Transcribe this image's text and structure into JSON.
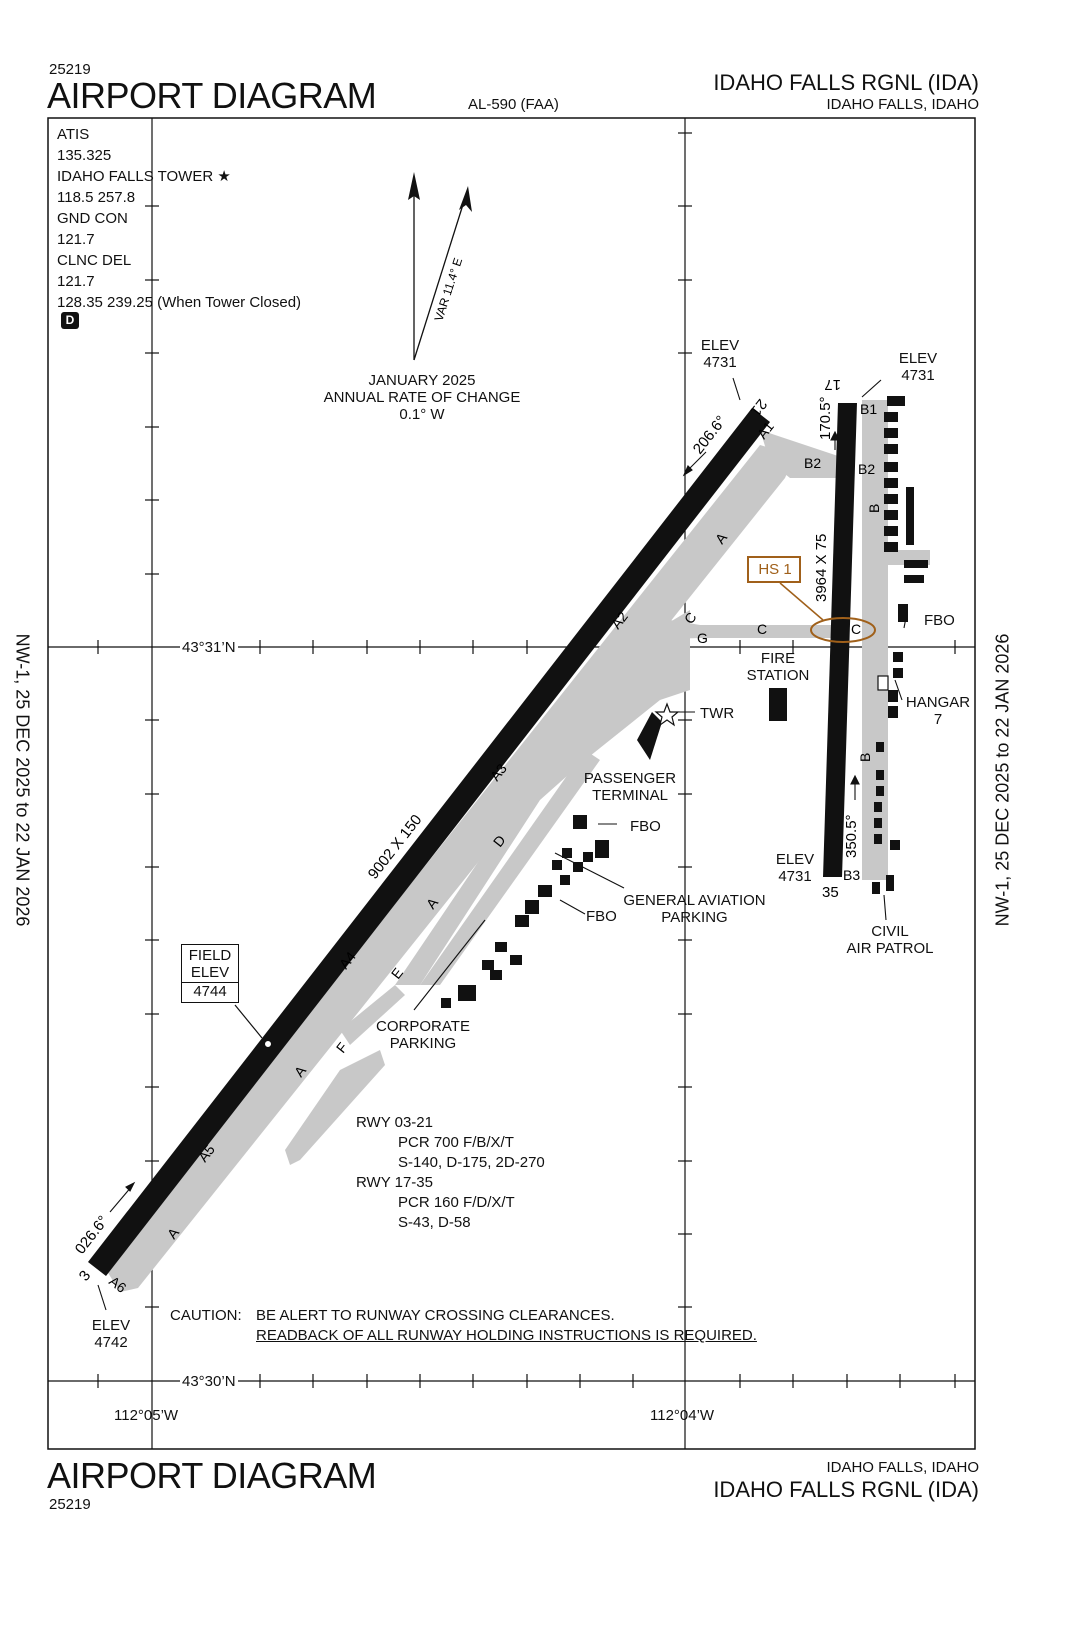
{
  "header": {
    "chart_number_top": "25219",
    "title_top": "AIRPORT DIAGRAM",
    "al_number": "AL-590 (FAA)",
    "airport_name_top": "IDAHO FALLS RGNL (IDA)",
    "location_top": "IDAHO FALLS, IDAHO"
  },
  "footer": {
    "title_bottom": "AIRPORT DIAGRAM",
    "chart_number_bottom": "25219",
    "location_bottom": "IDAHO FALLS, IDAHO",
    "airport_name_bottom": "IDAHO FALLS RGNL (IDA)"
  },
  "side_labels": {
    "left": "NW-1,  25 DEC 2025  to  22 JAN 2026",
    "right": "NW-1,  25 DEC 2025  to  22 JAN 2026"
  },
  "frequencies": [
    "ATIS",
    "135.325",
    "IDAHO FALLS TOWER ★",
    "118.5  257.8",
    "GND CON",
    "121.7",
    "CLNC DEL",
    "121.7",
    "128.35  239.25 (When Tower Closed)"
  ],
  "d_badge": "D",
  "magnetic": {
    "var_label": "VAR 11.4° E",
    "epoch": "JANUARY 2025",
    "rate_label": "ANNUAL RATE OF CHANGE",
    "rate_value": "0.1° W"
  },
  "coordinates": {
    "lat_upper": "43°31’N",
    "lat_lower": "43°30’N",
    "lon_left": "112°05’W",
    "lon_right": "112°04’W"
  },
  "runways": {
    "rwy_03_21": {
      "dimensions": "9002 X 150",
      "end_3": "3",
      "end_21": "21",
      "heading_3": "026.6°",
      "heading_21": "206.6°",
      "elev_3": "ELEV\n4742",
      "elev_21": "ELEV\n4731"
    },
    "rwy_17_35": {
      "dimensions": "3964 X 75",
      "end_17": "17",
      "end_35": "35",
      "heading_17": "170.5°",
      "heading_35": "350.5°",
      "elev_17": "ELEV\n4731",
      "elev_35": "ELEV\n4731"
    }
  },
  "field_elev": {
    "label": "FIELD\nELEV",
    "value": "4744"
  },
  "hot_spot": {
    "label": "HS 1",
    "color": "#a0601a"
  },
  "taxiways": [
    "A",
    "A1",
    "A2",
    "A3",
    "A4",
    "A5",
    "A6",
    "B",
    "B1",
    "B2",
    "B3",
    "C",
    "D",
    "E",
    "F",
    "G"
  ],
  "facilities": {
    "fire_station": "FIRE\nSTATION",
    "twr": "TWR",
    "passenger_terminal": "PASSENGER\nTERMINAL",
    "fbo": "FBO",
    "ga_parking": "GENERAL AVIATION\nPARKING",
    "corporate_parking": "CORPORATE\nPARKING",
    "hangar": "HANGAR\n7",
    "civil_air_patrol": "CIVIL\nAIR PATROL"
  },
  "pavement_strength": {
    "rwy1": "RWY 03-21",
    "rwy1_pcr": "PCR 700 F/B/X/T",
    "rwy1_wt": "S-140, D-175, 2D-270",
    "rwy2": "RWY 17-35",
    "rwy2_pcr": "PCR 160 F/D/X/T",
    "rwy2_wt": "S-43, D-58"
  },
  "caution": {
    "prefix": "CAUTION:",
    "line1": "BE ALERT TO RUNWAY CROSSING CLEARANCES.",
    "line2": "READBACK OF ALL RUNWAY HOLDING INSTRUCTIONS IS REQUIRED."
  }
}
